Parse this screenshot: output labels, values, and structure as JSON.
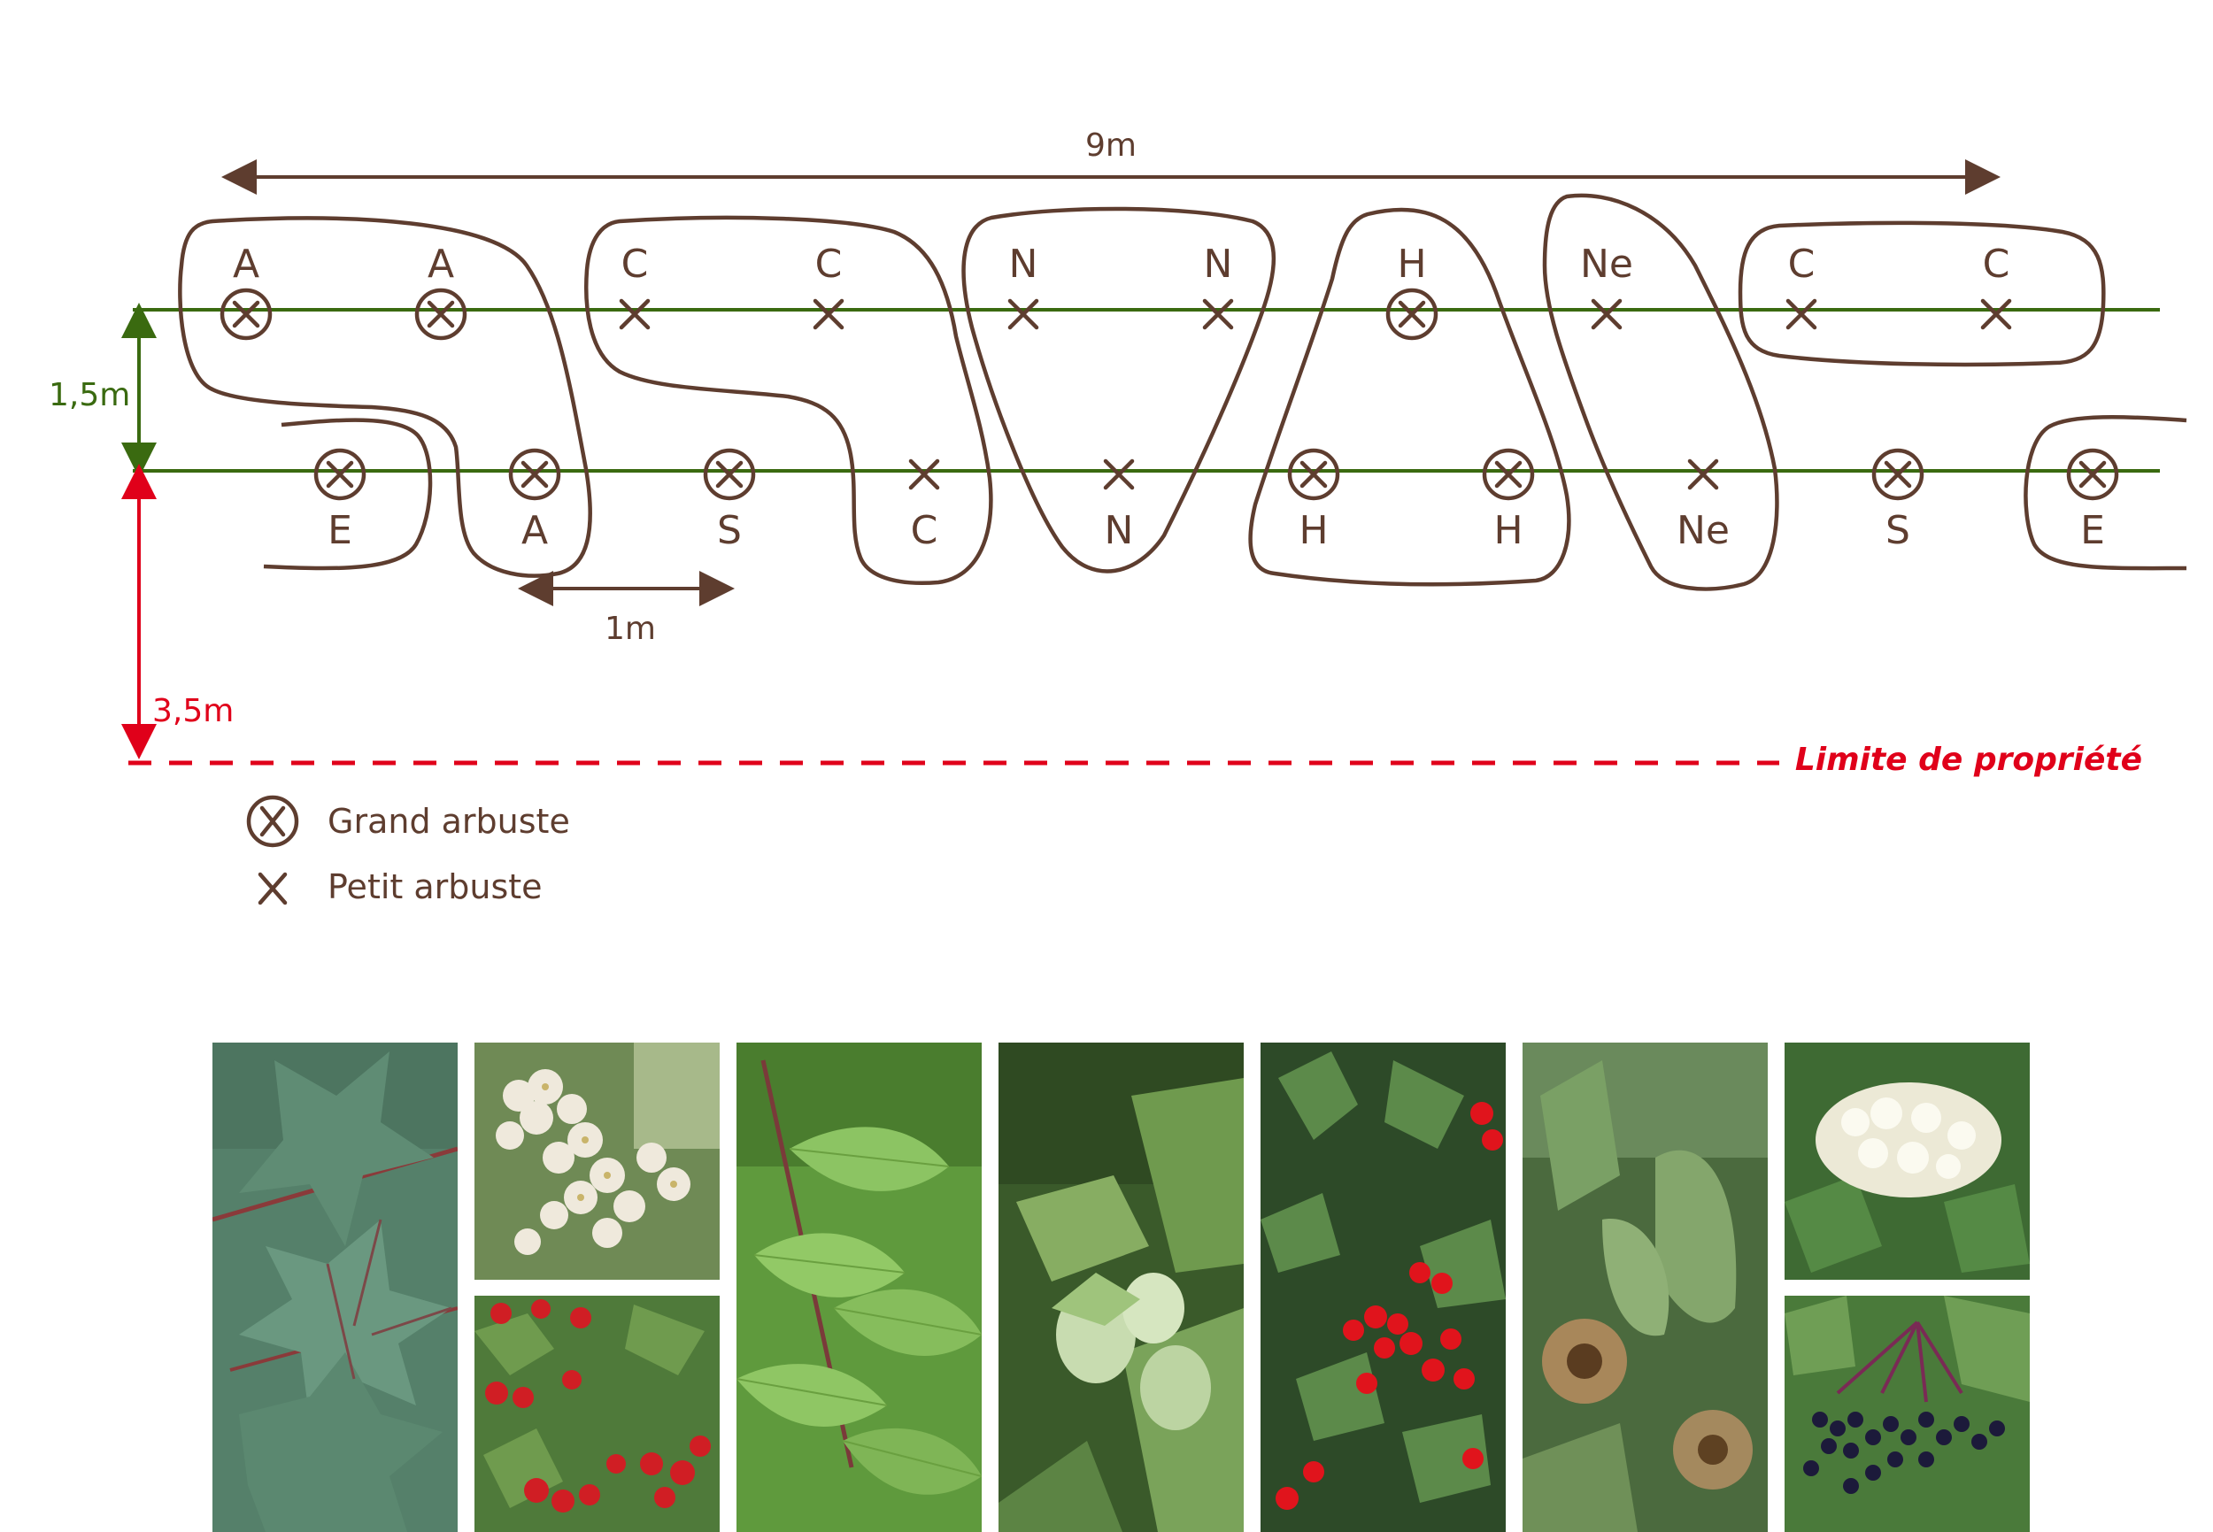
{
  "colors": {
    "brown": "#5e3d2f",
    "green": "#3a6a10",
    "red": "#e0001a"
  },
  "dimensions": {
    "total_width": "9m",
    "row_spacing": "1,5m",
    "plant_spacing": "1m",
    "setback": "3,5m"
  },
  "property_line_label": "Limite de propriété",
  "legend": {
    "large": "Grand arbuste",
    "small": "Petit arbuste"
  },
  "plants": {
    "top_row": [
      {
        "code": "A",
        "size": "large"
      },
      {
        "code": "A",
        "size": "large"
      },
      {
        "code": "C",
        "size": "small"
      },
      {
        "code": "C",
        "size": "small"
      },
      {
        "code": "N",
        "size": "small"
      },
      {
        "code": "N",
        "size": "small"
      },
      {
        "code": "H",
        "size": "large"
      },
      {
        "code": "Ne",
        "size": "small"
      },
      {
        "code": "C",
        "size": "small"
      },
      {
        "code": "C",
        "size": "small"
      }
    ],
    "bottom_row": [
      {
        "code": "E",
        "size": "large"
      },
      {
        "code": "A",
        "size": "large"
      },
      {
        "code": "S",
        "size": "large"
      },
      {
        "code": "C",
        "size": "small"
      },
      {
        "code": "N",
        "size": "small"
      },
      {
        "code": "H",
        "size": "large"
      },
      {
        "code": "H",
        "size": "large"
      },
      {
        "code": "Ne",
        "size": "small"
      },
      {
        "code": "S",
        "size": "large"
      },
      {
        "code": "E",
        "size": "large"
      }
    ]
  },
  "photos": [
    {
      "subject": "maple-leaves"
    },
    {
      "subject": "hawthorn-flowers"
    },
    {
      "subject": "hawthorn-berries"
    },
    {
      "subject": "hornbeam-leaves"
    },
    {
      "subject": "hazelnuts"
    },
    {
      "subject": "holly-berries"
    },
    {
      "subject": "medlar-fruit"
    },
    {
      "subject": "elder-flowers"
    },
    {
      "subject": "elder-berries"
    }
  ]
}
